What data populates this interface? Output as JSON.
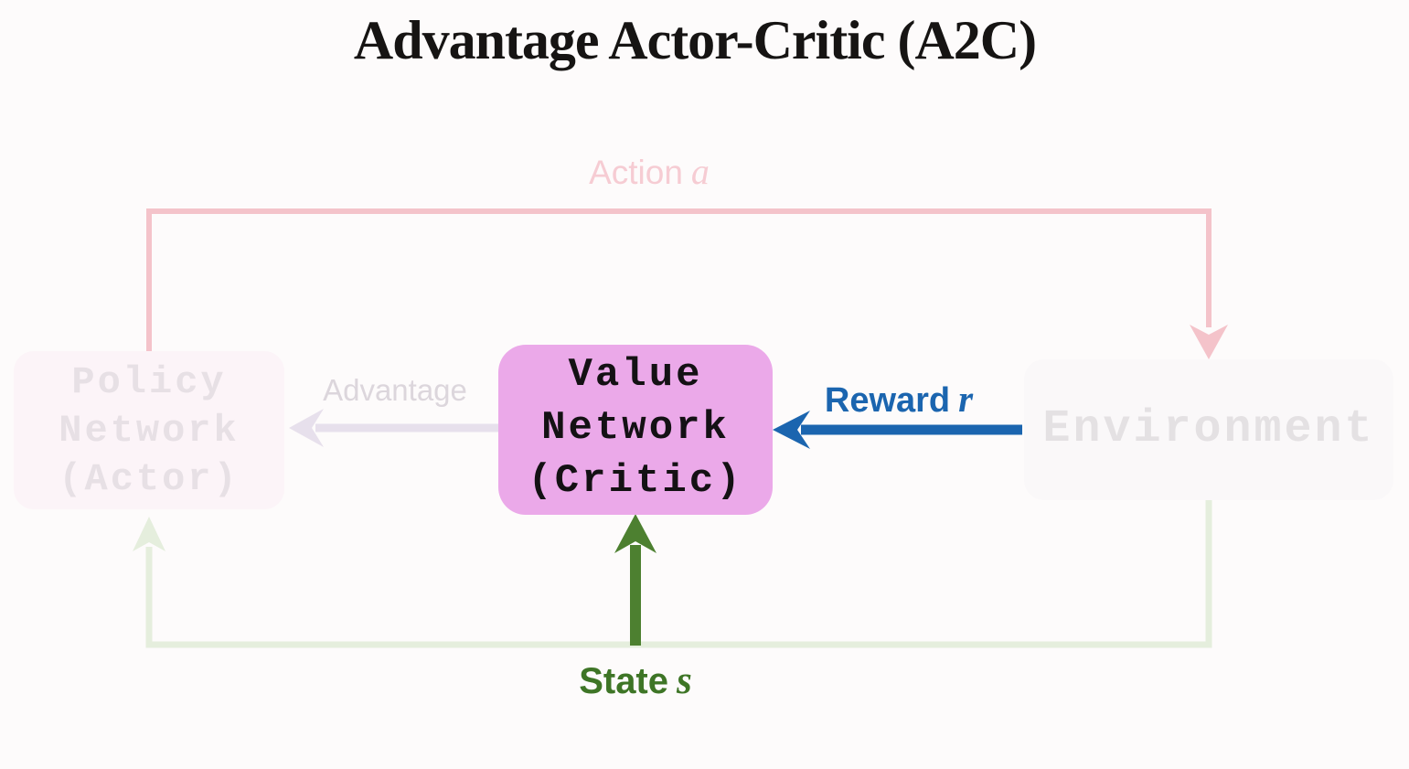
{
  "title": "Advantage Actor-Critic (A2C)",
  "boxes": {
    "policy": {
      "lines": [
        "Policy",
        "Network",
        "(Actor)"
      ]
    },
    "value": {
      "lines": [
        "Value",
        "Network",
        "(Critic)"
      ]
    },
    "environment": {
      "label": "Environment"
    }
  },
  "labels": {
    "action": {
      "text": "Action",
      "var": "a"
    },
    "advantage": {
      "text": "Advantage"
    },
    "reward": {
      "text": "Reward",
      "var": "r"
    },
    "state": {
      "text": "State",
      "var": "s"
    }
  },
  "colors": {
    "background": "#fdfbfb",
    "title_text": "#161413",
    "action_pink": "#f4c3ca",
    "action_label_pink": "#f6ccd3",
    "advantage_lavender": "#e7e0ec",
    "advantage_label_gray": "#dcd6dc",
    "reward_blue": "#1b65af",
    "state_green": "#4d8030",
    "state_label_green": "#3e7526",
    "faded_green": "#e5eedd",
    "value_box_bg": "#eba9e9",
    "value_box_text": "#141114",
    "policy_box_bg": "#fcf4f8",
    "policy_box_text": "#e7e0e5",
    "env_box_bg": "#faf8f9",
    "env_box_text": "#e4e1e3"
  }
}
